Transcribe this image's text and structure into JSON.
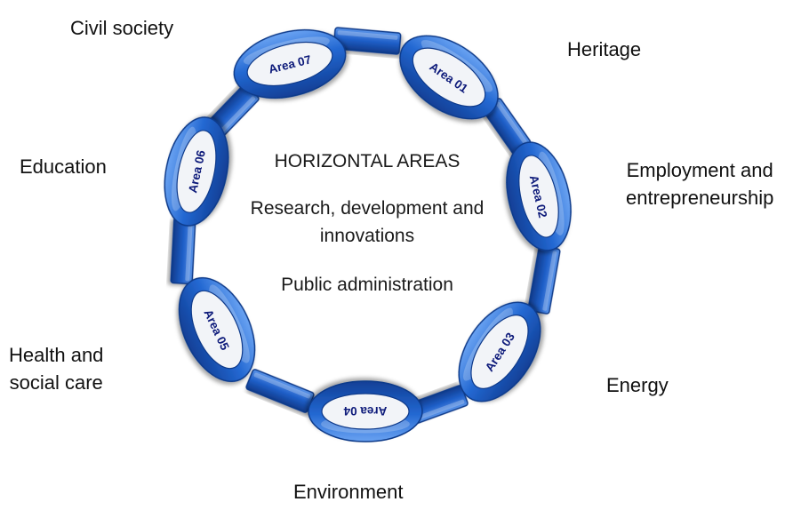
{
  "center": {
    "heading": "HORIZONTAL AREAS",
    "line1": "Research, development and",
    "line2": "innovations",
    "line3": "Public administration"
  },
  "links": [
    {
      "label": "Area 01",
      "topic_lines": [
        "Heritage"
      ]
    },
    {
      "label": "Area 02",
      "topic_lines": [
        "Employment and",
        "entrepreneurship"
      ]
    },
    {
      "label": "Area 03",
      "topic_lines": [
        "Energy"
      ]
    },
    {
      "label": "Area 04",
      "topic_lines": [
        "Environment"
      ]
    },
    {
      "label": "Area 05",
      "topic_lines": [
        "Health and",
        "social care"
      ]
    },
    {
      "label": "Area 06",
      "topic_lines": [
        "Education"
      ]
    },
    {
      "label": "Area 07",
      "topic_lines": [
        "Civil society"
      ]
    }
  ],
  "colors": {
    "link_main": "#1f5fc8",
    "link_light": "#5a95ec",
    "link_dark": "#0f3a8a",
    "inner": "#f2f4f8",
    "label_text": "#0d1a7a"
  }
}
